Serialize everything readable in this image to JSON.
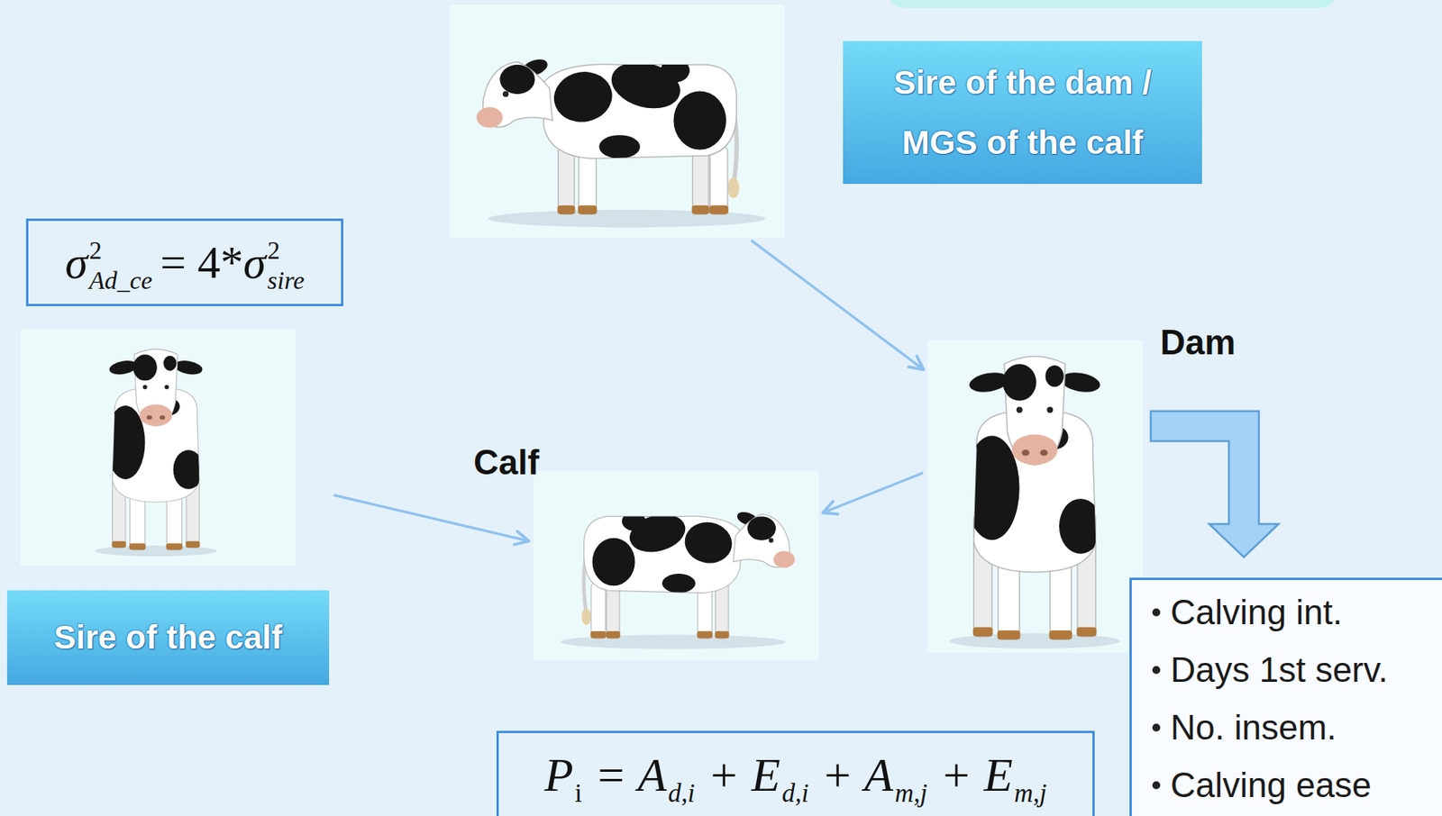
{
  "diagram": {
    "nodes": [
      {
        "text": [
          "Sire of the dam / MGS of the calf"
        ]
      },
      {
        "text": [
          "σ",
          "2",
          "Ad_ce",
          "= 4*",
          "σ",
          "2",
          "sire"
        ]
      },
      {
        "text": [
          "Sire of the calf"
        ]
      },
      {
        "text": [
          "Calf"
        ]
      },
      {
        "text": [
          "Dam"
        ]
      },
      {
        "text": [
          "Calving int.",
          "Days 1st serv.",
          "No. insem.",
          "Calving ease"
        ]
      },
      {
        "text": [
          "P",
          "i",
          "= A",
          "d,i",
          "+ E",
          "d,i",
          "+ A",
          "m,j",
          "+ E",
          "m,j"
        ]
      }
    ],
    "edges": [
      {
        "from": 0,
        "to": 4,
        "arrow": "to"
      },
      {
        "from": 2,
        "to": 3,
        "arrow": "to"
      },
      {
        "from": 4,
        "to": 3,
        "arrow": "to"
      },
      {
        "from": 4,
        "to": 5,
        "arrow": "to"
      }
    ]
  }
}
